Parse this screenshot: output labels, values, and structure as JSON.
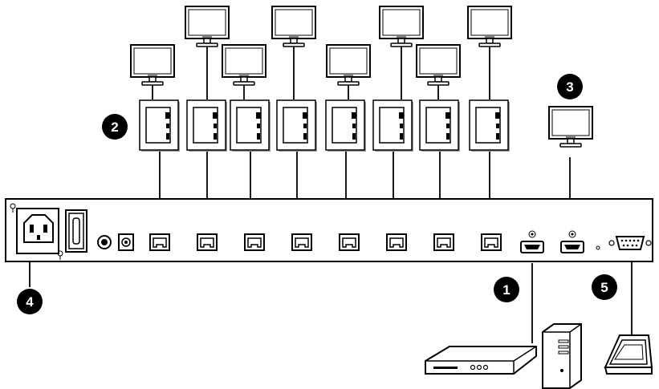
{
  "callouts": [
    {
      "id": "1",
      "label": "1"
    },
    {
      "id": "2",
      "label": "2"
    },
    {
      "id": "3",
      "label": "3"
    },
    {
      "id": "4",
      "label": "4"
    },
    {
      "id": "5",
      "label": "5"
    }
  ],
  "colors": {
    "line": "#000000",
    "device_fill": "#ffffff",
    "screen_fill": "#ffffff",
    "shadow": "#9a9a9a",
    "callout_fill": "#000000",
    "callout_text": "#ffffff"
  },
  "icons": {
    "power_socket": "power-socket-icon",
    "power_switch": "power-switch-icon",
    "ground": "ground-screw-icon",
    "dc_jack": "dc-jack-icon",
    "rj45": "rj45-port-icon",
    "hdmi": "hdmi-port-icon",
    "serial": "serial-port-icon",
    "monitor": "monitor-icon",
    "receiver": "receiver-icon",
    "media_player": "media-player-icon",
    "computer": "tower-computer-icon",
    "touch_panel": "touch-panel-icon"
  }
}
